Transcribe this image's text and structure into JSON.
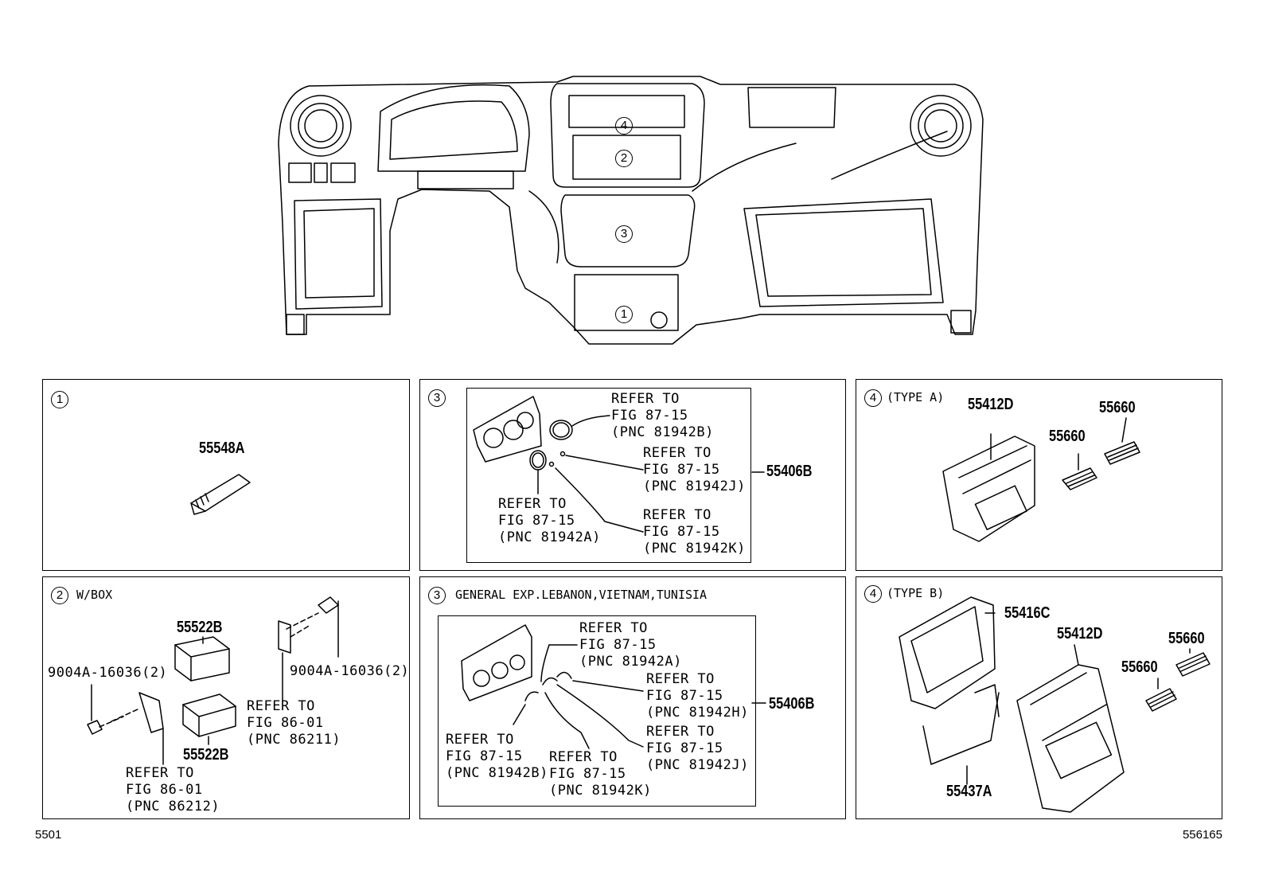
{
  "overview": {
    "markers": [
      "4",
      "2",
      "3",
      "1"
    ]
  },
  "panel1": {
    "index": "1",
    "parts": {
      "p55548A": "55548A"
    }
  },
  "panel2": {
    "index": "2",
    "title": "W/BOX",
    "parts": {
      "p55522B_top": "55522B",
      "p55522B_bottom": "55522B",
      "screw_left": "9004A-16036(2)",
      "screw_right": "9004A-16036(2)"
    },
    "refs": {
      "ref_86211": "REFER TO\nFIG 86-01\n(PNC 86211)",
      "ref_86212": "REFER TO\nFIG 86-01\n(PNC 86212)"
    }
  },
  "panel3a": {
    "index": "3",
    "parts": {
      "p55406B": "55406B"
    },
    "refs": {
      "ref_b": "REFER TO\nFIG 87-15\n(PNC 81942B)",
      "ref_j": "REFER TO\nFIG 87-15\n(PNC 81942J)",
      "ref_a": "REFER TO\nFIG 87-15\n(PNC 81942A)",
      "ref_k": "REFER TO\nFIG 87-15\n(PNC 81942K)"
    }
  },
  "panel3b": {
    "index": "3",
    "title": "GENERAL EXP.LEBANON,VIETNAM,TUNISIA",
    "parts": {
      "p55406B": "55406B"
    },
    "refs": {
      "ref_a": "REFER TO\nFIG 87-15\n(PNC 81942A)",
      "ref_h": "REFER TO\nFIG 87-15\n(PNC 81942H)",
      "ref_j": "REFER TO\nFIG 87-15\n(PNC 81942J)",
      "ref_b": "REFER TO\nFIG 87-15\n(PNC 81942B)",
      "ref_k": "REFER TO\nFIG 87-15\n(PNC 81942K)"
    }
  },
  "panel4a": {
    "index": "4",
    "title": "(TYPE A)",
    "parts": {
      "p55412D": "55412D",
      "p55660_a": "55660",
      "p55660_b": "55660"
    }
  },
  "panel4b": {
    "index": "4",
    "title": "(TYPE B)",
    "parts": {
      "p55416C": "55416C",
      "p55412D": "55412D",
      "p55660_a": "55660",
      "p55660_b": "55660",
      "p55437A": "55437A"
    }
  },
  "footer": {
    "left": "5501",
    "right": "556165"
  }
}
